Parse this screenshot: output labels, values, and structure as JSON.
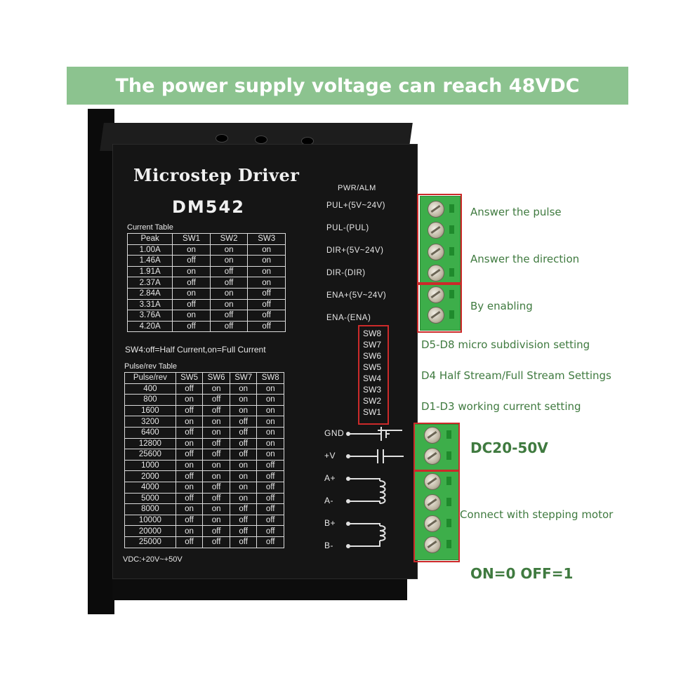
{
  "banner": "The power supply voltage can reach 48VDC",
  "driver": {
    "title": "Microstep Driver",
    "model": "DM542",
    "current_table_caption": "Current  Table",
    "current_table": {
      "headers": [
        "Peak",
        "SW1",
        "SW2",
        "SW3"
      ],
      "rows": [
        [
          "1.00A",
          "on",
          "on",
          "on"
        ],
        [
          "1.46A",
          "off",
          "on",
          "on"
        ],
        [
          "1.91A",
          "on",
          "off",
          "on"
        ],
        [
          "2.37A",
          "off",
          "off",
          "on"
        ],
        [
          "2.84A",
          "on",
          "on",
          "off"
        ],
        [
          "3.31A",
          "off",
          "on",
          "off"
        ],
        [
          "3.76A",
          "on",
          "off",
          "off"
        ],
        [
          "4.20A",
          "off",
          "off",
          "off"
        ]
      ]
    },
    "sw4_note": "SW4:off=Half Current,on=Full Current",
    "pulse_table_caption": "Pulse/rev Table",
    "pulse_table": {
      "headers": [
        "Pulse/rev",
        "SW5",
        "SW6",
        "SW7",
        "SW8"
      ],
      "rows": [
        [
          "400",
          "off",
          "on",
          "on",
          "on"
        ],
        [
          "800",
          "on",
          "off",
          "on",
          "on"
        ],
        [
          "1600",
          "off",
          "off",
          "on",
          "on"
        ],
        [
          "3200",
          "on",
          "on",
          "off",
          "on"
        ],
        [
          "6400",
          "off",
          "on",
          "off",
          "on"
        ],
        [
          "12800",
          "on",
          "off",
          "off",
          "on"
        ],
        [
          "25600",
          "off",
          "off",
          "off",
          "on"
        ],
        [
          "1000",
          "on",
          "on",
          "on",
          "off"
        ],
        [
          "2000",
          "off",
          "on",
          "on",
          "off"
        ],
        [
          "4000",
          "on",
          "off",
          "on",
          "off"
        ],
        [
          "5000",
          "off",
          "off",
          "on",
          "off"
        ],
        [
          "8000",
          "on",
          "on",
          "off",
          "off"
        ],
        [
          "10000",
          "off",
          "on",
          "off",
          "off"
        ],
        [
          "20000",
          "on",
          "off",
          "off",
          "off"
        ],
        [
          "25000",
          "off",
          "off",
          "off",
          "off"
        ]
      ]
    },
    "vdc_note": "VDC:+20V~+50V",
    "signal_labels": [
      "PWR/ALM",
      "PUL+(5V~24V)",
      "PUL-(PUL)",
      "DIR+(5V~24V)",
      "DIR-(DIR)",
      "ENA+(5V~24V)",
      "ENA-(ENA)"
    ],
    "switch_labels": [
      "SW8",
      "SW7",
      "SW6",
      "SW5",
      "SW4",
      "SW3",
      "SW2",
      "SW1"
    ],
    "power_labels": [
      "GND",
      "+V",
      "A+",
      "A-",
      "B+",
      "B-"
    ]
  },
  "annotations": {
    "pulse": "Answer the pulse",
    "direction": "Answer the direction",
    "enable": "By enabling",
    "d5_d8": "D5-D8 micro subdivision setting",
    "d4": "D4 Half Stream/Full Stream Settings",
    "d1_d3": "D1-D3 working current setting",
    "dc": "DC20-50V",
    "motor": "Connect with stepping motor",
    "on_off": "ON=0 OFF=1"
  },
  "colors": {
    "banner": "#8cc38f",
    "annotation_text": "#3f7a3f",
    "terminal_green": "#3dae4a",
    "highlight_red": "#cc2a2a"
  }
}
